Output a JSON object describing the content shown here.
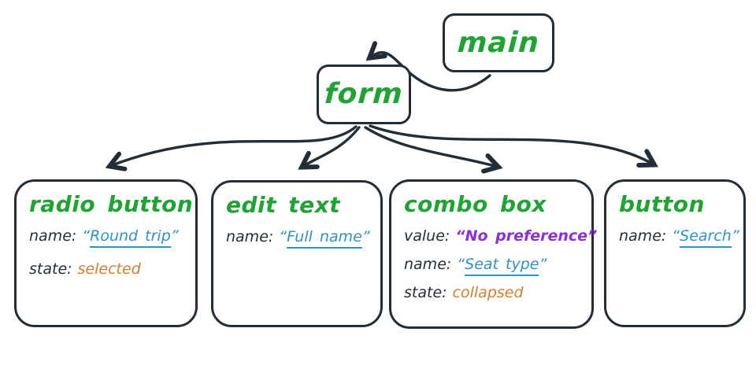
{
  "colors": {
    "title_green": "#1ea432",
    "name_blue": "#2b93c8",
    "value_purple": "#8c2fd6",
    "state_orange": "#d97b28",
    "ink": "#232d38"
  },
  "quotes": {
    "open": "“",
    "close": "”"
  },
  "nodes": {
    "main": {
      "label": "main"
    },
    "form": {
      "label": "form"
    }
  },
  "boxes": [
    {
      "title": "radio button",
      "props": [
        {
          "key": "name:",
          "value": "Round trip"
        },
        {
          "key": "state:",
          "value": "selected"
        }
      ]
    },
    {
      "title": "edit text",
      "props": [
        {
          "key": "name:",
          "value": "Full name"
        }
      ]
    },
    {
      "title": "combo box",
      "props": [
        {
          "key": "value:",
          "value": "No preference"
        },
        {
          "key": "name:",
          "value": "Seat type"
        },
        {
          "key": "state:",
          "value": "collapsed"
        }
      ]
    },
    {
      "title": "button",
      "props": [
        {
          "key": "name:",
          "value": "Search"
        }
      ]
    }
  ]
}
